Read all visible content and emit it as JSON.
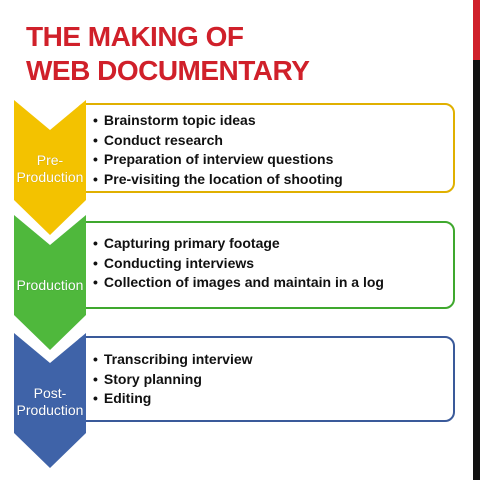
{
  "title": {
    "line1": "THE MAKING OF",
    "line2": "WEB DOCUMENTARY"
  },
  "colors": {
    "title": "#d0202a",
    "pre_production": "#f3c200",
    "production": "#4fb83c",
    "post_production": "#3f63a8"
  },
  "stages": [
    {
      "label_line1": "Pre-",
      "label_line2": "Production",
      "color": "#f3c200",
      "border": "#e0b000",
      "items": [
        "Brainstorm topic ideas",
        "Conduct research",
        "Preparation of interview questions",
        "Pre-visiting the location of shooting"
      ]
    },
    {
      "label_line1": "",
      "label_line2": "Production",
      "color": "#4fb83c",
      "border": "#3fa82e",
      "items": [
        "Capturing primary footage",
        "Conducting interviews",
        "Collection of images and maintain in a log"
      ]
    },
    {
      "label_line1": "Post-",
      "label_line2": "Production",
      "color": "#3f63a8",
      "border": "#3a5a9a",
      "items": [
        "Transcribing interview",
        "Story planning",
        "Editing"
      ]
    }
  ]
}
